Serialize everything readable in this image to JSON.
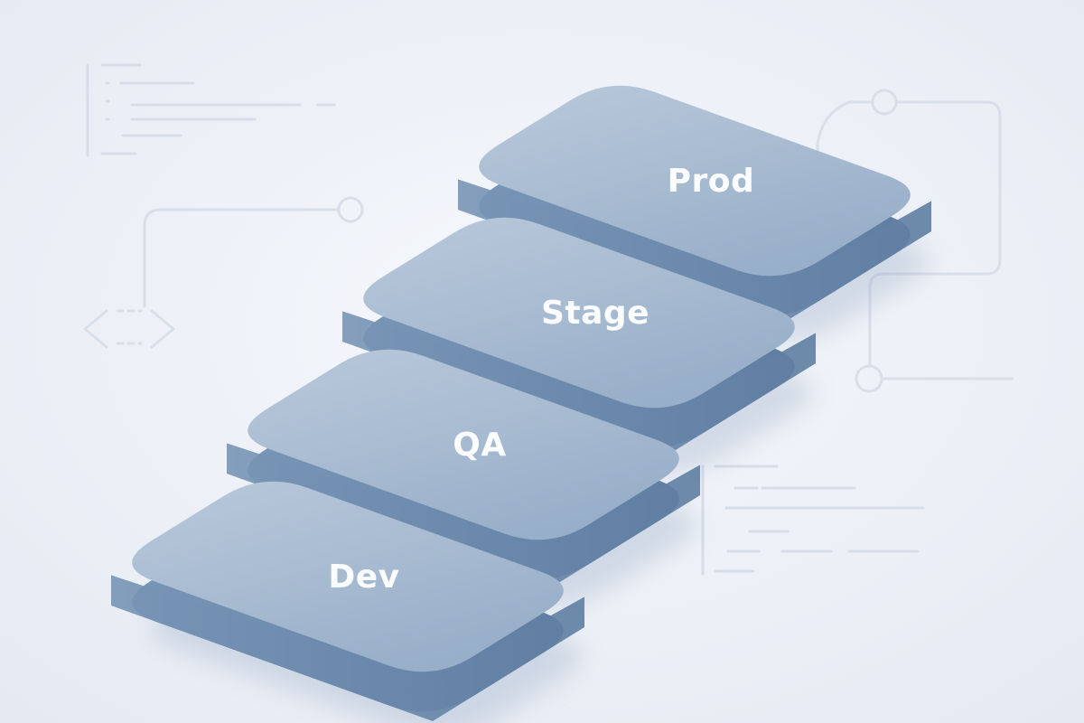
{
  "diagram": {
    "steps": [
      {
        "label": "Dev"
      },
      {
        "label": "QA"
      },
      {
        "label": "Stage"
      },
      {
        "label": "Prod"
      }
    ]
  },
  "colors": {
    "background": "#eef1f7",
    "step_top": "#a9bcd3",
    "step_side": "#6f8cae",
    "decor_line": "#d6dde8"
  }
}
